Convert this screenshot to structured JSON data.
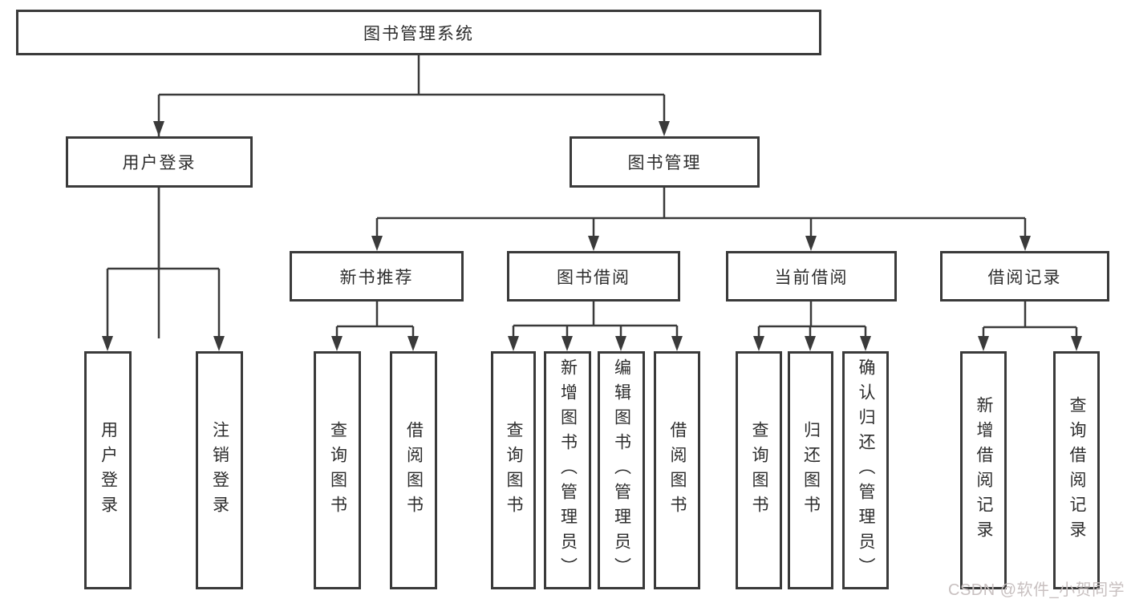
{
  "diagram": {
    "type": "hierarchy-tree",
    "nodes": {
      "root": "图书管理系统",
      "login": "用户登录",
      "manage": "图书管理",
      "recommend": "新书推荐",
      "borrow": "图书借阅",
      "current": "当前借阅",
      "records": "借阅记录",
      "login_user": "用户登录",
      "login_logout": "注销登录",
      "rec_query": "查询图书",
      "rec_borrow": "借阅图书",
      "bor_query": "查询图书",
      "bor_add": "新增图书（管理员）",
      "bor_edit": "编辑图书（管理员）",
      "bor_borrow": "借阅图书",
      "cur_query": "查询图书",
      "cur_return": "归还图书",
      "cur_confirm": "确认归还（管理员）",
      "recd_add": "新增借阅记录",
      "recd_query": "查询借阅记录"
    },
    "edges": [
      [
        "root",
        "login"
      ],
      [
        "root",
        "manage"
      ],
      [
        "login",
        "login_user"
      ],
      [
        "login",
        "login_logout"
      ],
      [
        "manage",
        "recommend"
      ],
      [
        "manage",
        "borrow"
      ],
      [
        "manage",
        "current"
      ],
      [
        "manage",
        "records"
      ],
      [
        "recommend",
        "rec_query"
      ],
      [
        "recommend",
        "rec_borrow"
      ],
      [
        "borrow",
        "bor_query"
      ],
      [
        "borrow",
        "bor_add"
      ],
      [
        "borrow",
        "bor_edit"
      ],
      [
        "borrow",
        "bor_borrow"
      ],
      [
        "current",
        "cur_query"
      ],
      [
        "current",
        "cur_return"
      ],
      [
        "current",
        "cur_confirm"
      ],
      [
        "records",
        "recd_add"
      ],
      [
        "records",
        "recd_query"
      ]
    ],
    "colors": {
      "line": "#3a3a3a",
      "box_border": "#3a3a3a",
      "box_fill": "#ffffff",
      "text": "#2d2d2d",
      "background": "#ffffff",
      "watermark_text_color": "#c8c0c0"
    }
  },
  "watermark": "CSDN @软件_小贺同学"
}
